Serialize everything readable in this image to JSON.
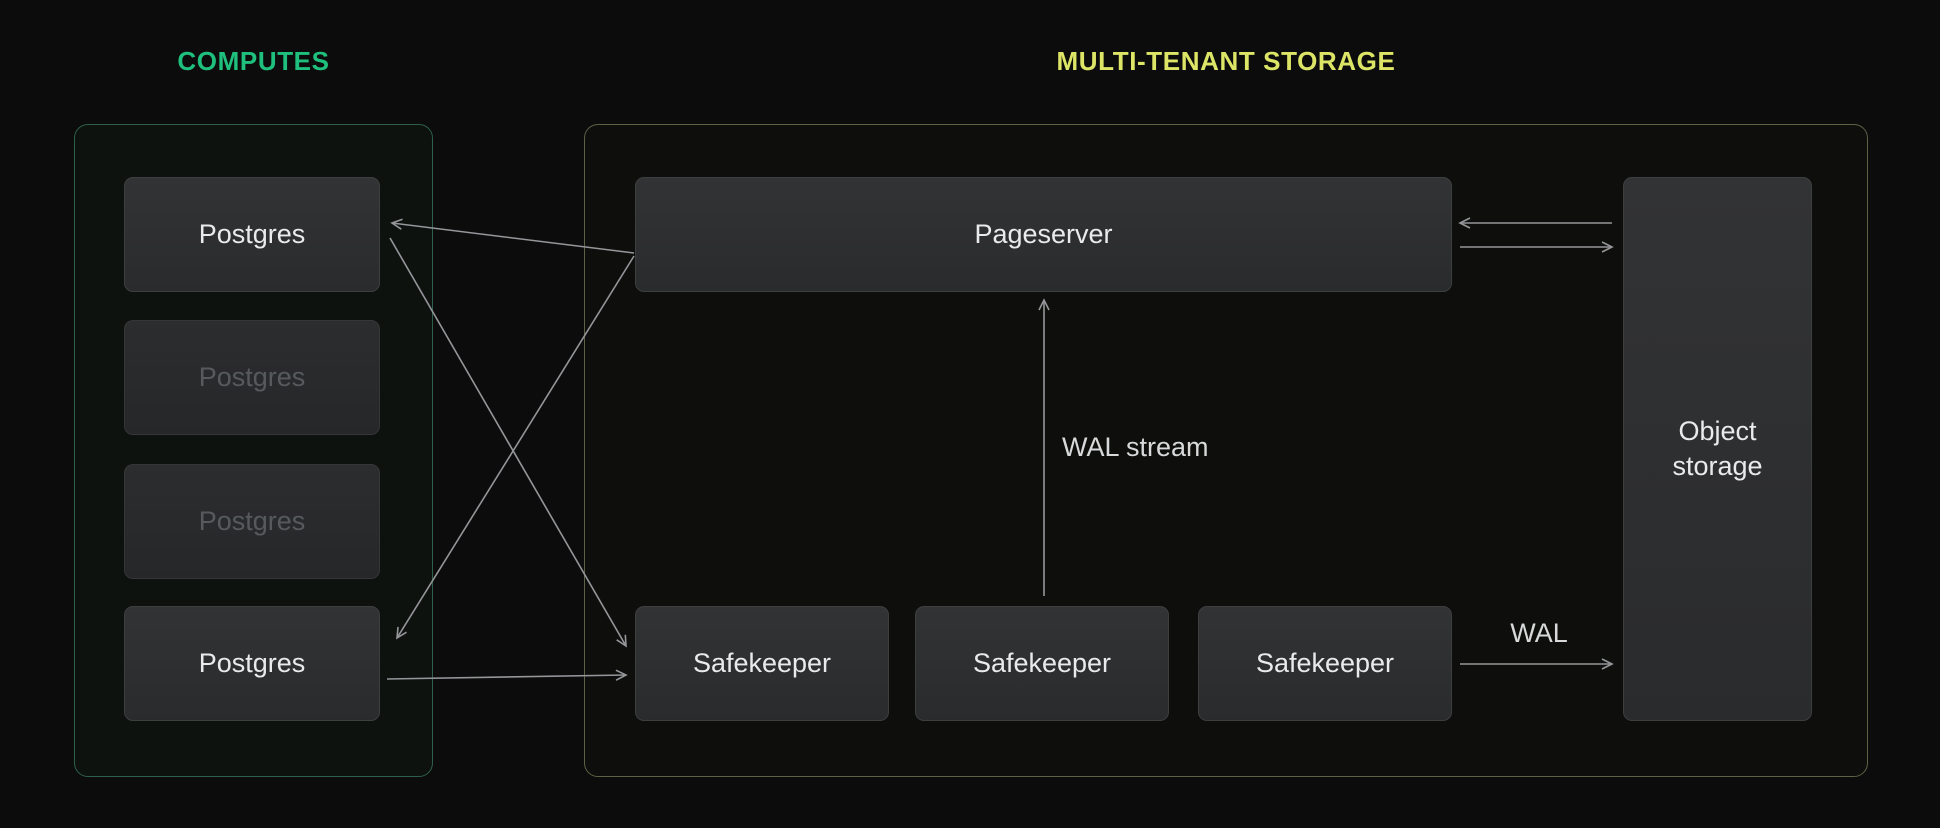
{
  "headings": {
    "computes": {
      "label": "COMPUTES",
      "color": "#1fc07e"
    },
    "storage": {
      "label": "MULTI-TENANT STORAGE",
      "color": "#dde567"
    }
  },
  "computes": {
    "nodes": [
      {
        "label": "Postgres",
        "state": "active"
      },
      {
        "label": "Postgres",
        "state": "inactive"
      },
      {
        "label": "Postgres",
        "state": "inactive"
      },
      {
        "label": "Postgres",
        "state": "active"
      }
    ]
  },
  "storage": {
    "pageserver": {
      "label": "Pageserver"
    },
    "safekeepers": [
      {
        "label": "Safekeeper"
      },
      {
        "label": "Safekeeper"
      },
      {
        "label": "Safekeeper"
      }
    ],
    "object_storage": {
      "label": "Object storage"
    }
  },
  "annotations": {
    "wal_stream": {
      "label": "WAL stream"
    },
    "wal": {
      "label": "WAL"
    }
  },
  "colors": {
    "background": "#0b0c0b",
    "computes_border": "#2e5f4d",
    "storage_border": "#5c6245",
    "node_text": "#e8eaec",
    "node_text_dim": "#565a5d",
    "arrow": "#94969a"
  }
}
